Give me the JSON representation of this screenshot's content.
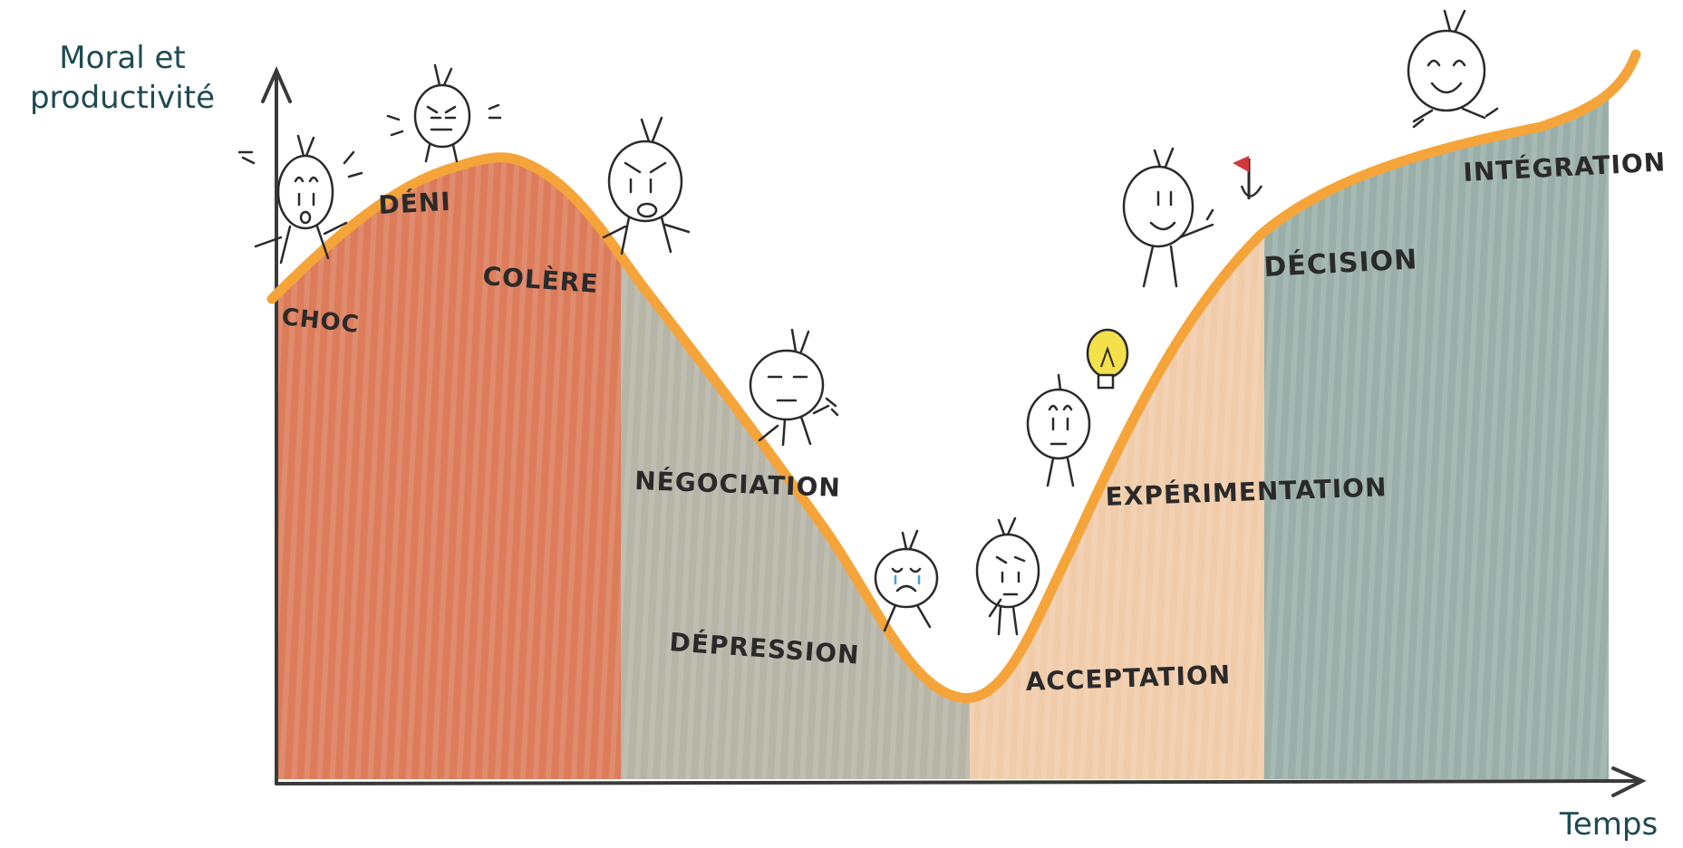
{
  "axes": {
    "y_label": "Moral et productivité",
    "x_label": "Temps"
  },
  "phases": [
    {
      "id": "choc",
      "label": "CHOC"
    },
    {
      "id": "deni",
      "label": "DÉNI"
    },
    {
      "id": "colere",
      "label": "COLÈRE"
    },
    {
      "id": "negociation",
      "label": "NÉGOCIATION"
    },
    {
      "id": "depression",
      "label": "DÉPRESSION"
    },
    {
      "id": "acceptation",
      "label": "ACCEPTATION"
    },
    {
      "id": "experimentation",
      "label": "EXPÉRIMENTATION"
    },
    {
      "id": "decision",
      "label": "DÉCISION"
    },
    {
      "id": "integration",
      "label": "INTÉGRATION"
    }
  ],
  "colors": {
    "curve": "#f5a43a",
    "zone_1": "#d9714c",
    "zone_2": "#a9a898",
    "zone_3": "#efc7a1",
    "zone_4": "#8fa6a0",
    "axis": "#3a3a3a",
    "text": "#1f4a52"
  }
}
